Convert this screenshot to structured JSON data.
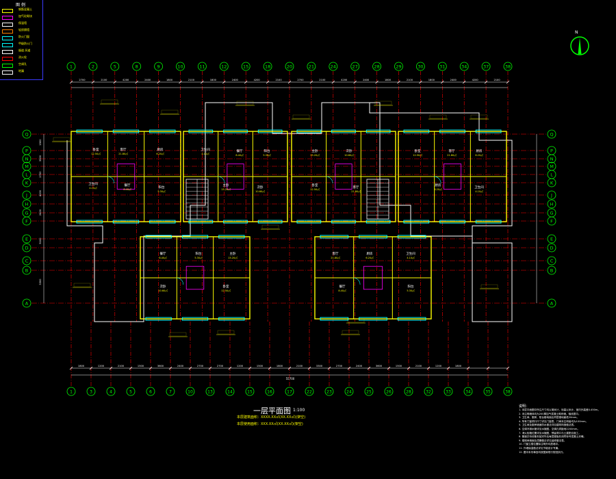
{
  "drawing": {
    "title": "一层平面图",
    "scale": "1:100",
    "area_lines": [
      "本层建筑面积：XXXX.XX㎡(XX.XX㎡)(架空)",
      "本层使用面积：XXX.XX㎡(XX.XX㎡)(架空)"
    ],
    "north_label": "N",
    "overall_dimension": "55700"
  },
  "legend": {
    "title": "图 例",
    "items": [
      {
        "label": "钢筋混凝土",
        "color": "#ffff00"
      },
      {
        "label": "加气砼砌块",
        "color": "#ff00ff"
      },
      {
        "label": "保温墙",
        "color": "#ffffff"
      },
      {
        "label": "轻质隔墙",
        "color": "#ff8000"
      },
      {
        "label": "防火门窗",
        "color": "#00ffff"
      },
      {
        "label": "甲级防火门",
        "color": "#00ffff"
      },
      {
        "label": "烟道 风道",
        "color": "#ffffff"
      },
      {
        "label": "消火栓",
        "color": "#ff0000"
      },
      {
        "label": "空调孔",
        "color": "#00ff00"
      },
      {
        "label": "地漏",
        "color": "#ffffff"
      }
    ]
  },
  "grid_axes": {
    "top": [
      "1",
      "2",
      "5",
      "8",
      "9",
      "10",
      "11",
      "12",
      "15",
      "18",
      "20",
      "21",
      "24",
      "27",
      "28",
      "29",
      "30",
      "31",
      "34",
      "37",
      "38"
    ],
    "bottom": [
      "1",
      "3",
      "4",
      "5",
      "6",
      "7",
      "10",
      "13",
      "14",
      "15",
      "16",
      "17",
      "22",
      "23",
      "24",
      "25",
      "26",
      "28",
      "32",
      "33",
      "34",
      "35",
      "38"
    ],
    "rows": [
      "Q",
      "P",
      "N",
      "M",
      "L",
      "K",
      "J",
      "H",
      "G",
      "F",
      "E",
      "D",
      "C",
      "B",
      "A"
    ]
  },
  "dimensions": {
    "top": [
      "2700",
      "2100",
      "4200",
      "2400",
      "1800",
      "2100",
      "1800",
      "2400",
      "4200",
      "2100",
      "2700",
      "2100",
      "4200",
      "2400",
      "1800",
      "2100",
      "1800",
      "2400",
      "4200",
      "2100",
      "2700"
    ],
    "bottom": [
      "1800",
      "1200",
      "2100",
      "1500",
      "3600",
      "2400",
      "2700",
      "2700",
      "1200",
      "1500",
      "1800",
      "2100",
      "3300",
      "2700",
      "2400",
      "3600",
      "1500",
      "2100",
      "1200",
      "1800"
    ],
    "left": [
      "1500",
      "3900",
      "2700",
      "4200",
      "2400",
      "5100",
      "3300"
    ]
  },
  "rooms": [
    {
      "label": "卧室",
      "area": "12.50㎡"
    },
    {
      "label": "客厅",
      "area": "21.80㎡"
    },
    {
      "label": "厨房",
      "area": "6.20㎡"
    },
    {
      "label": "卫生间",
      "area": "4.10㎡"
    },
    {
      "label": "餐厅",
      "area": "8.40㎡"
    },
    {
      "label": "阳台",
      "area": "5.30㎡"
    },
    {
      "label": "主卧",
      "area": "15.20㎡"
    },
    {
      "label": "次卧",
      "area": "10.60㎡"
    }
  ],
  "notes": {
    "title": "说明：",
    "items": [
      "1. 本层平面图中所注尺寸均以毫米计，标高以米计，室内外高差0.450m。",
      "2. 未注明墙体均为200厚加气混凝土砌块墙，轴线居中。",
      "3. 卫生间、厨房、阳台楼地面比同层楼地面低20mm。",
      "4. 所有门窗洞口尺寸详见门窗表，门垛未注明者均为100mm。",
      "5. 卫生间及厨房墙面防水做法详见建筑构造做法表。",
      "6. 空调冷凝水管详见水施图，空调孔洞距地2200mm。",
      "7. 消火栓箱位置详见水施图，预留洞口与土建配合施工。",
      "8. 管道井待设备安装完毕后每层楼板处用同标号混凝土封堵。",
      "9. 楼梯间墙面及顶棚做法详见装修做法表。",
      "10. 门窗立樘位置除注明外均居墙中。",
      "11. 外墙保温做法详见节能设计专篇。",
      "12. 图中未尽事宜均按国家现行规范执行。"
    ]
  },
  "colors": {
    "axis": "#00ff00",
    "wall": "#ffff00",
    "grid_line": "#ff0000",
    "door_window": "#00ffff",
    "partition": "#ff00ff",
    "outline": "#ffffff",
    "annotation": "#ffff00"
  }
}
